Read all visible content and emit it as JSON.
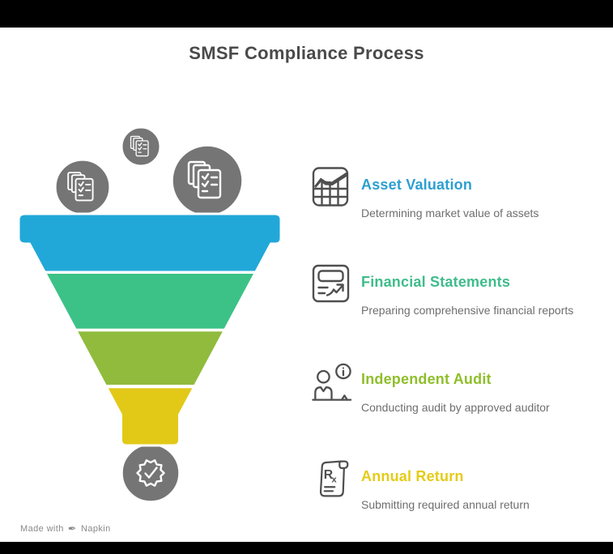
{
  "page": {
    "title": "SMSF Compliance Process",
    "title_color": "#4a4a4a",
    "background": "#ffffff",
    "bar_color": "#000000"
  },
  "funnel": {
    "circle_color": "#757575",
    "outline_color": "#ffffff",
    "top_icons": [
      "documents-stack-icon",
      "documents-stack-icon",
      "documents-stack-icon"
    ],
    "bottom_icon": "verified-badge-icon",
    "segments": [
      {
        "name": "asset-valuation",
        "color": "#21a8d8"
      },
      {
        "name": "financial-statements",
        "color": "#3cc286"
      },
      {
        "name": "independent-audit",
        "color": "#90bb3d"
      },
      {
        "name": "annual-return",
        "color": "#e2c918"
      }
    ]
  },
  "icon_color": "#4f4f4f",
  "desc_color": "#6e6e6e",
  "steps": [
    {
      "icon": "area-chart-icon",
      "title": "Asset Valuation",
      "title_color": "#2c9fd1",
      "description": "Determining market value of assets"
    },
    {
      "icon": "financial-report-icon",
      "title": "Financial Statements",
      "title_color": "#3fbc8b",
      "description": "Preparing comprehensive financial reports"
    },
    {
      "icon": "auditor-person-icon",
      "title": "Independent Audit",
      "title_color": "#8fbe2b",
      "description": "Conducting audit by approved auditor"
    },
    {
      "icon": "rx-scroll-icon",
      "title": "Annual Return",
      "title_color": "#e5cb16",
      "description": "Submitting required annual return"
    }
  ],
  "rx": {
    "r": "R",
    "x": "x"
  },
  "footer": {
    "made_with": "Made with",
    "brand": "Napkin",
    "icon_char": "✒",
    "color": "#8a8a8a"
  }
}
